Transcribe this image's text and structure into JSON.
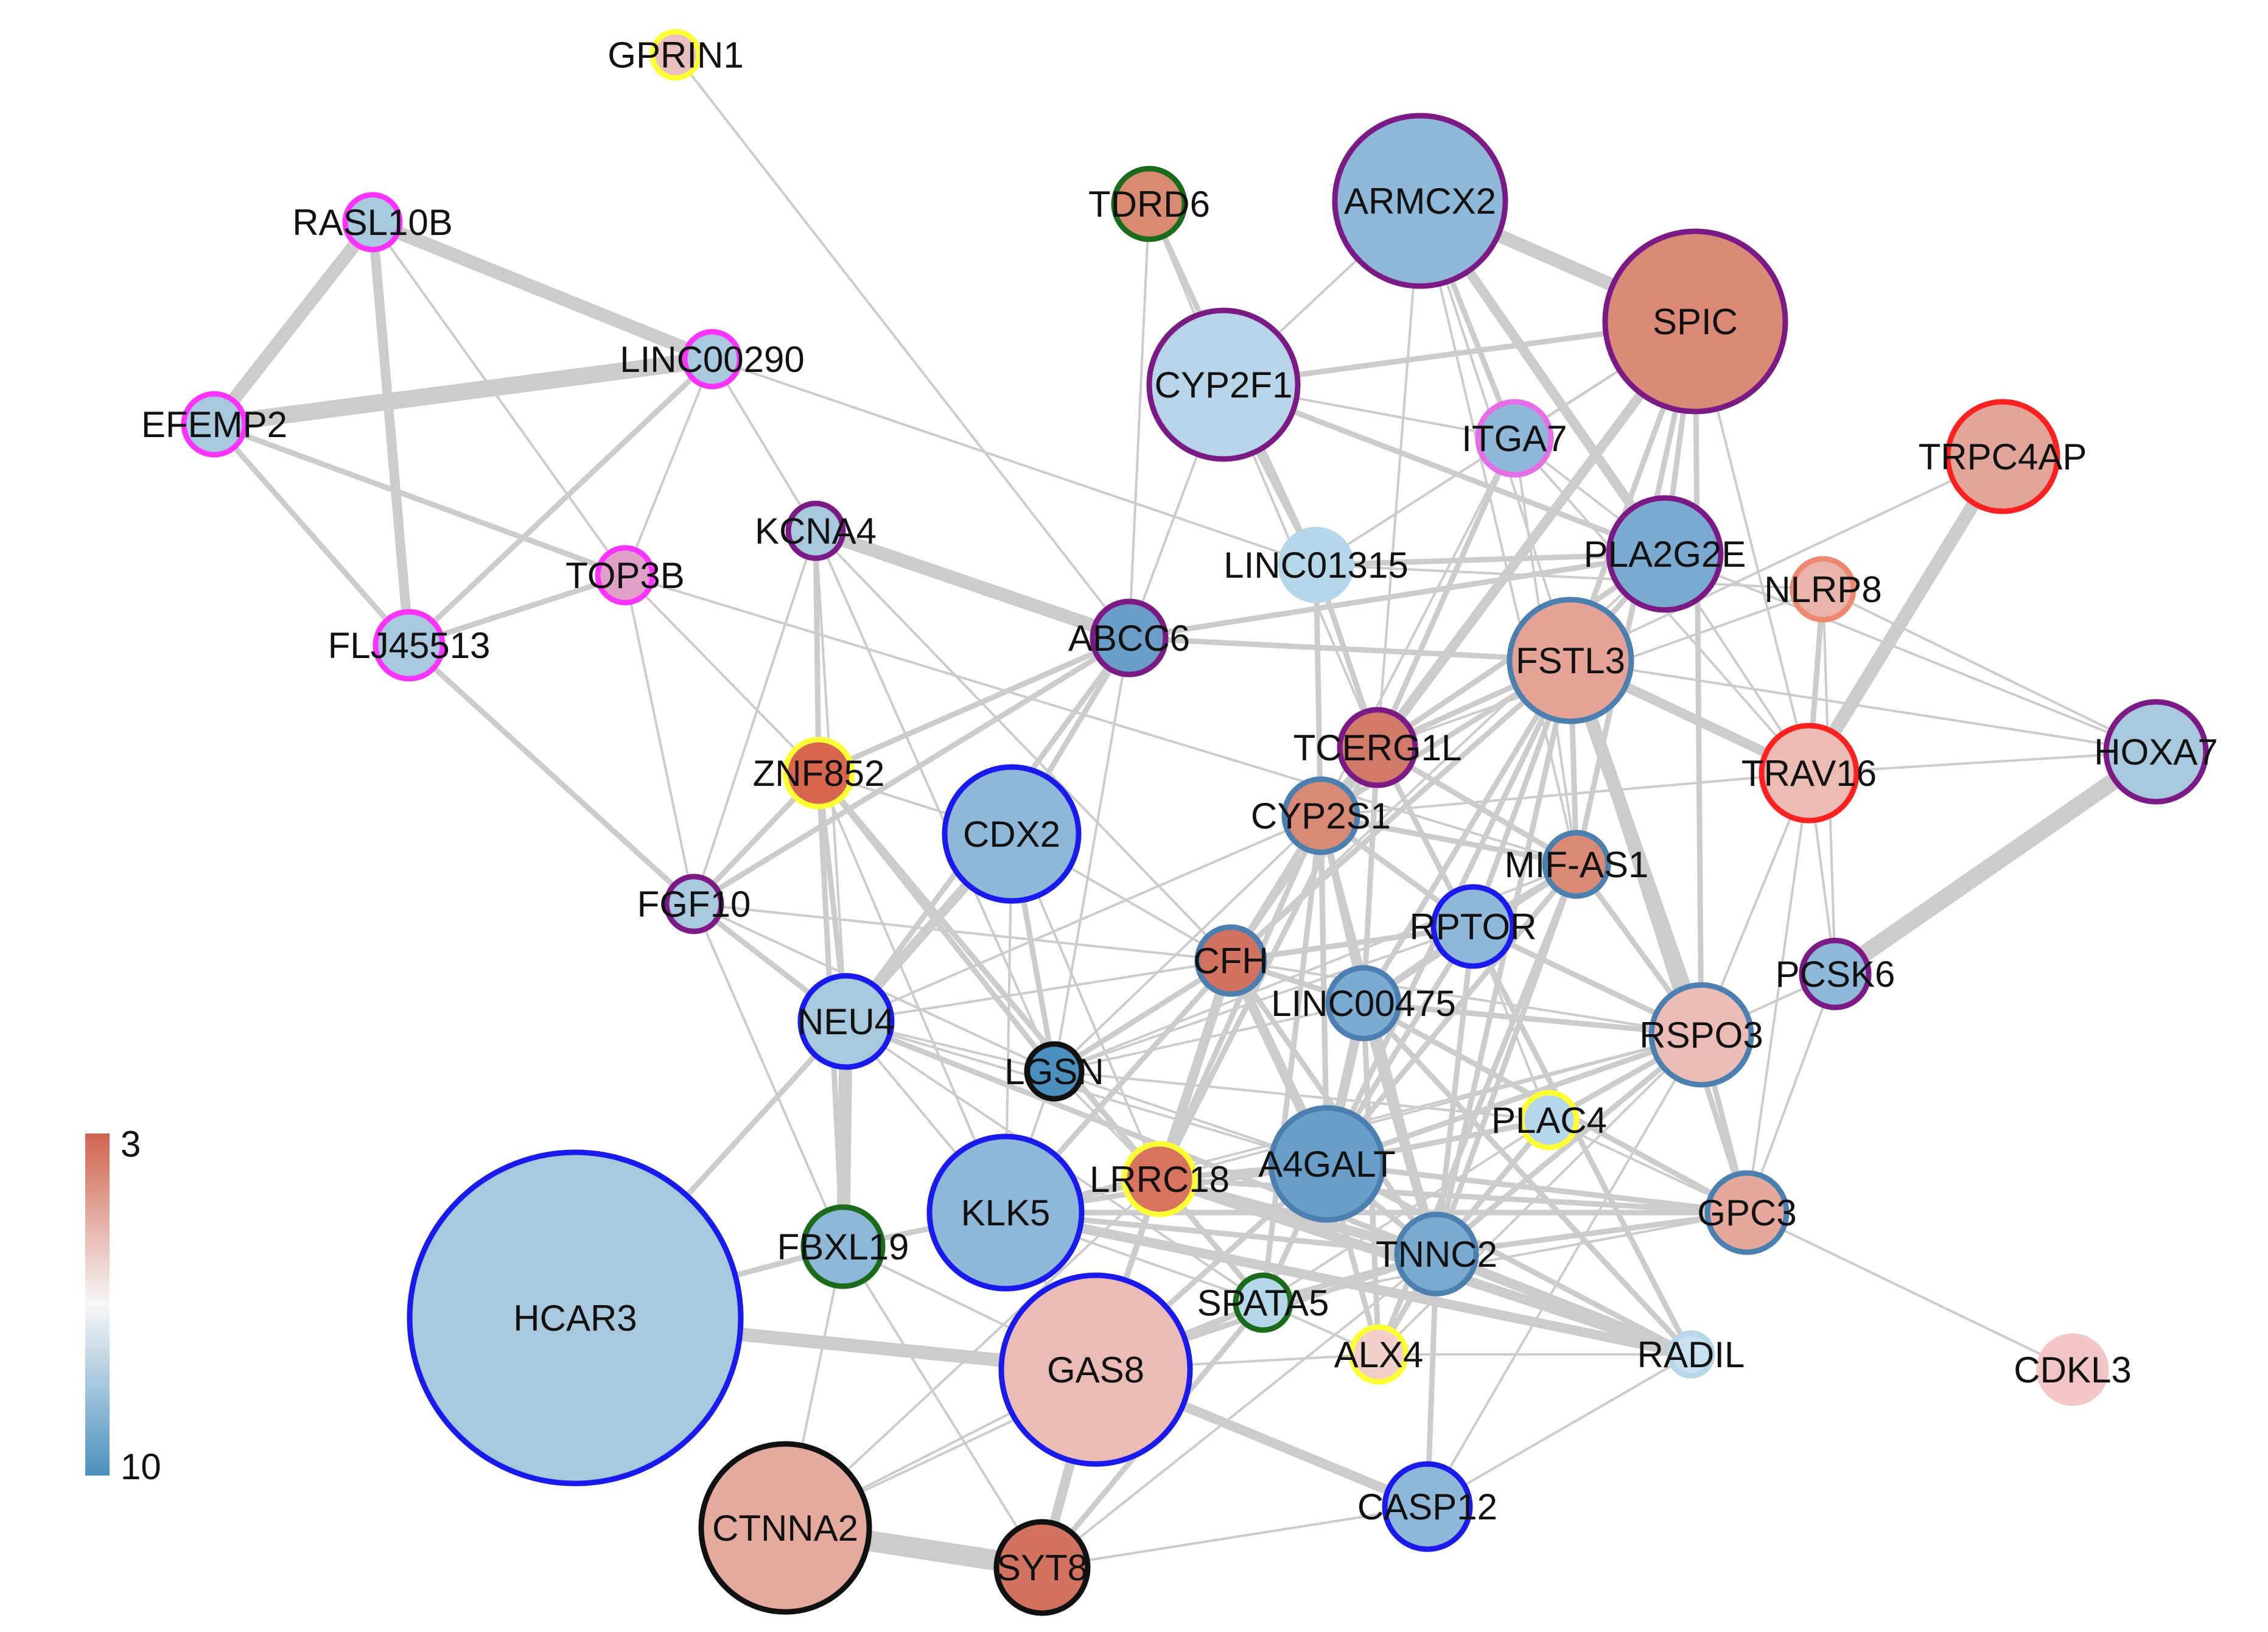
{
  "legend": {
    "title": "",
    "high_label": "3",
    "low_label": "10",
    "colors": {
      "top": "#d0634f",
      "mid": "#f7f7f7",
      "bottom": "#4a90bd"
    }
  },
  "ring_colors": {
    "magenta": "#ff33ff",
    "purple": "#7b1a85",
    "yellow": "#ffff33",
    "darkgreen": "#1a6b1a",
    "blue": "#1a1aee",
    "steel": "#4a7fb0",
    "red": "#ff2020",
    "salmon": "#ee8870",
    "orchid": "#e56ee5",
    "lightblue": "#b6d6ea",
    "pink": "#f4c6c6",
    "black": "#111111"
  },
  "nodes": [
    {
      "id": "GPRIN1",
      "label": "GPRIN1",
      "fill": "#e8c0c0",
      "ring": "yellow"
    },
    {
      "id": "RASL10B",
      "label": "RASL10B",
      "fill": "#a8c8de",
      "ring": "magenta"
    },
    {
      "id": "LINC00290",
      "label": "LINC00290",
      "fill": "#a8c8de",
      "ring": "magenta"
    },
    {
      "id": "EFEMP2",
      "label": "EFEMP2",
      "fill": "#a8c8de",
      "ring": "magenta"
    },
    {
      "id": "TOP3B",
      "label": "TOP3B",
      "fill": "#e0a0c8",
      "ring": "magenta"
    },
    {
      "id": "FLJ45513",
      "label": "FLJ45513",
      "fill": "#a8c8de",
      "ring": "magenta"
    },
    {
      "id": "KCNA4",
      "label": "KCNA4",
      "fill": "#a8c8de",
      "ring": "purple"
    },
    {
      "id": "ABCC6",
      "label": "ABCC6",
      "fill": "#6a9ec8",
      "ring": "purple"
    },
    {
      "id": "TDRD6",
      "label": "TDRD6",
      "fill": "#d98a72",
      "ring": "darkgreen"
    },
    {
      "id": "ARMCX2",
      "label": "ARMCX2",
      "fill": "#8fb8d8",
      "ring": "purple"
    },
    {
      "id": "SPIC",
      "label": "SPIC",
      "fill": "#db8a78",
      "ring": "purple"
    },
    {
      "id": "CYP2F1",
      "label": "CYP2F1",
      "fill": "#b8d4e8",
      "ring": "purple"
    },
    {
      "id": "ITGA7",
      "label": "ITGA7",
      "fill": "#8fb8d8",
      "ring": "orchid"
    },
    {
      "id": "LINC01315",
      "label": "LINC01315",
      "fill": "#b6d6ea",
      "ring": "lightblue"
    },
    {
      "id": "PLA2G2E",
      "label": "PLA2G2E",
      "fill": "#7aaad0",
      "ring": "purple"
    },
    {
      "id": "TRPC4AP",
      "label": "TRPC4AP",
      "fill": "#e2a59a",
      "ring": "red"
    },
    {
      "id": "NLRP8",
      "label": "NLRP8",
      "fill": "#e8b4ac",
      "ring": "salmon"
    },
    {
      "id": "FSTL3",
      "label": "FSTL3",
      "fill": "#e4a396",
      "ring": "steel"
    },
    {
      "id": "TCERG1L",
      "label": "TCERG1L",
      "fill": "#d27a6a",
      "ring": "purple"
    },
    {
      "id": "TRAV16",
      "label": "TRAV16",
      "fill": "#ecbcb4",
      "ring": "red"
    },
    {
      "id": "HOXA7",
      "label": "HOXA7",
      "fill": "#a8c8de",
      "ring": "purple"
    },
    {
      "id": "ZNF852",
      "label": "ZNF852",
      "fill": "#d8654e",
      "ring": "yellow"
    },
    {
      "id": "CDX2",
      "label": "CDX2",
      "fill": "#8fb8d8",
      "ring": "blue"
    },
    {
      "id": "CYP2S1",
      "label": "CYP2S1",
      "fill": "#d98a76",
      "ring": "steel"
    },
    {
      "id": "MIF-AS1",
      "label": "MIF-AS1",
      "fill": "#d98a76",
      "ring": "steel"
    },
    {
      "id": "FGF10",
      "label": "FGF10",
      "fill": "#a8c8de",
      "ring": "purple"
    },
    {
      "id": "RPTOR",
      "label": "RPTOR",
      "fill": "#8fb8d8",
      "ring": "blue"
    },
    {
      "id": "CFH",
      "label": "CFH",
      "fill": "#d27260",
      "ring": "steel"
    },
    {
      "id": "PCSK6",
      "label": "PCSK6",
      "fill": "#8fb8d8",
      "ring": "purple"
    },
    {
      "id": "LINC00475",
      "label": "LINC00475",
      "fill": "#7aaad0",
      "ring": "steel"
    },
    {
      "id": "NEU4",
      "label": "NEU4",
      "fill": "#a8c8de",
      "ring": "blue"
    },
    {
      "id": "RSPO3",
      "label": "RSPO3",
      "fill": "#ebbcb6",
      "ring": "steel"
    },
    {
      "id": "LGSN",
      "label": "LGSN",
      "fill": "#4a8fbe",
      "ring": "black"
    },
    {
      "id": "PLAC4",
      "label": "PLAC4",
      "fill": "#b6d6ea",
      "ring": "yellow"
    },
    {
      "id": "A4GALT",
      "label": "A4GALT",
      "fill": "#6a9ec8",
      "ring": "steel"
    },
    {
      "id": "LRRC18",
      "label": "LRRC18",
      "fill": "#d8735f",
      "ring": "yellow"
    },
    {
      "id": "KLK5",
      "label": "KLK5",
      "fill": "#8fb8d8",
      "ring": "blue"
    },
    {
      "id": "GPC3",
      "label": "GPC3",
      "fill": "#e6a89c",
      "ring": "steel"
    },
    {
      "id": "FBXL19",
      "label": "FBXL19",
      "fill": "#8fb8d8",
      "ring": "darkgreen"
    },
    {
      "id": "TNNC2",
      "label": "TNNC2",
      "fill": "#7aaad0",
      "ring": "steel"
    },
    {
      "id": "HCAR3",
      "label": "HCAR3",
      "fill": "#a8c8de",
      "ring": "blue"
    },
    {
      "id": "SPATA5",
      "label": "SPATA5",
      "fill": "#b6d6ea",
      "ring": "darkgreen"
    },
    {
      "id": "GAS8",
      "label": "GAS8",
      "fill": "#ebbcb6",
      "ring": "blue"
    },
    {
      "id": "ALX4",
      "label": "ALX4",
      "fill": "#f0d0c8",
      "ring": "yellow"
    },
    {
      "id": "RADIL",
      "label": "RADIL",
      "fill": "#c8e0f0",
      "ring": "lightblue"
    },
    {
      "id": "CDKL3",
      "label": "CDKL3",
      "fill": "#f2c6c6",
      "ring": "pink"
    },
    {
      "id": "CASP12",
      "label": "CASP12",
      "fill": "#8fb8d8",
      "ring": "blue"
    },
    {
      "id": "CTNNA2",
      "label": "CTNNA2",
      "fill": "#e4aa9e",
      "ring": "black"
    },
    {
      "id": "SYT8",
      "label": "SYT8",
      "fill": "#d27260",
      "ring": "black"
    }
  ],
  "edges": [
    [
      "GPRIN1",
      "ABCC6",
      1
    ],
    [
      "RASL10B",
      "EFEMP2",
      4
    ],
    [
      "RASL10B",
      "LINC00290",
      4
    ],
    [
      "RASL10B",
      "FLJ45513",
      3
    ],
    [
      "RASL10B",
      "TOP3B",
      1
    ],
    [
      "EFEMP2",
      "LINC00290",
      5
    ],
    [
      "EFEMP2",
      "FLJ45513",
      2
    ],
    [
      "EFEMP2",
      "TOP3B",
      2
    ],
    [
      "LINC00290",
      "FLJ45513",
      2
    ],
    [
      "LINC00290",
      "TOP3B",
      1
    ],
    [
      "LINC00290",
      "KCNA4",
      1
    ],
    [
      "LINC00290",
      "LINC01315",
      1
    ],
    [
      "FLJ45513",
      "TOP3B",
      2
    ],
    [
      "FLJ45513",
      "FGF10",
      2
    ],
    [
      "TOP3B",
      "ZNF852",
      1
    ],
    [
      "TOP3B",
      "MIF-AS1",
      1
    ],
    [
      "TOP3B",
      "FGF10",
      1
    ],
    [
      "KCNA4",
      "ABCC6",
      4
    ],
    [
      "KCNA4",
      "ZNF852",
      2
    ],
    [
      "KCNA4",
      "FGF10",
      1
    ],
    [
      "KCNA4",
      "NEU4",
      1
    ],
    [
      "KCNA4",
      "LGSN",
      1
    ],
    [
      "KCNA4",
      "CFH",
      1
    ],
    [
      "ABCC6",
      "FGF10",
      2
    ],
    [
      "ABCC6",
      "ZNF852",
      2
    ],
    [
      "ABCC6",
      "CDX2",
      2
    ],
    [
      "ABCC6",
      "NEU4",
      2
    ],
    [
      "ABCC6",
      "TDRD6",
      1
    ],
    [
      "ABCC6",
      "CYP2F1",
      1
    ],
    [
      "ABCC6",
      "FSTL3",
      2
    ],
    [
      "ABCC6",
      "PLA2G2E",
      2
    ],
    [
      "ABCC6",
      "LGSN",
      1
    ],
    [
      "TDRD6",
      "CYP2F1",
      1
    ],
    [
      "TDRD6",
      "LINC01315",
      2
    ],
    [
      "ARMCX2",
      "SPIC",
      4
    ],
    [
      "ARMCX2",
      "CYP2F1",
      1
    ],
    [
      "ARMCX2",
      "ITGA7",
      2
    ],
    [
      "ARMCX2",
      "FSTL3",
      1
    ],
    [
      "ARMCX2",
      "PLA2G2E",
      3
    ],
    [
      "ARMCX2",
      "TCERG1L",
      1
    ],
    [
      "ARMCX2",
      "MIF-AS1",
      1
    ],
    [
      "SPIC",
      "CYP2F1",
      2
    ],
    [
      "SPIC",
      "PLA2G2E",
      2
    ],
    [
      "SPIC",
      "FSTL3",
      2
    ],
    [
      "SPIC",
      "TCERG1L",
      3
    ],
    [
      "SPIC",
      "ITGA7",
      1
    ],
    [
      "SPIC",
      "RSPO3",
      2
    ],
    [
      "SPIC",
      "LINC01315",
      1
    ],
    [
      "SPIC",
      "TRAV16",
      1
    ],
    [
      "SPIC",
      "MIF-AS1",
      2
    ],
    [
      "SPIC",
      "CYP2S1",
      1
    ],
    [
      "CYP2F1",
      "ITGA7",
      1
    ],
    [
      "CYP2F1",
      "LINC01315",
      2
    ],
    [
      "CYP2F1",
      "PLA2G2E",
      2
    ],
    [
      "CYP2F1",
      "TCERG1L",
      1
    ],
    [
      "ITGA7",
      "TCERG1L",
      2
    ],
    [
      "ITGA7",
      "PLA2G2E",
      1
    ],
    [
      "ITGA7",
      "TRAV16",
      1
    ],
    [
      "ITGA7",
      "MIF-AS1",
      1
    ],
    [
      "ITGA7",
      "CYP2S1",
      1
    ],
    [
      "LINC01315",
      "PLA2G2E",
      2
    ],
    [
      "LINC01315",
      "A4GALT",
      2
    ],
    [
      "LINC01315",
      "TCERG1L",
      2
    ],
    [
      "LINC01315",
      "NLRP8",
      1
    ],
    [
      "PLA2G2E",
      "TRAV16",
      1
    ],
    [
      "PLA2G2E",
      "HOXA7",
      1
    ],
    [
      "PLA2G2E",
      "FSTL3",
      2
    ],
    [
      "PLA2G2E",
      "TCERG1L",
      2
    ],
    [
      "PLA2G2E",
      "CFH",
      1
    ],
    [
      "TRPC4AP",
      "TRAV16",
      4
    ],
    [
      "TRPC4AP",
      "FSTL3",
      1
    ],
    [
      "NLRP8",
      "TRAV16",
      2
    ],
    [
      "NLRP8",
      "HOXA7",
      1
    ],
    [
      "NLRP8",
      "PCSK6",
      1
    ],
    [
      "NLRP8",
      "TCERG1L",
      1
    ],
    [
      "FSTL3",
      "TCERG1L",
      2
    ],
    [
      "FSTL3",
      "RSPO3",
      4
    ],
    [
      "FSTL3",
      "CYP2S1",
      2
    ],
    [
      "FSTL3",
      "MIF-AS1",
      2
    ],
    [
      "FSTL3",
      "TRAV16",
      3
    ],
    [
      "FSTL3",
      "GPC3",
      2
    ],
    [
      "FSTL3",
      "CFH",
      2
    ],
    [
      "FSTL3",
      "LINC00475",
      2
    ],
    [
      "FSTL3",
      "RPTOR",
      2
    ],
    [
      "FSTL3",
      "TNNC2",
      2
    ],
    [
      "FSTL3",
      "A4GALT",
      2
    ],
    [
      "FSTL3",
      "HOXA7",
      1
    ],
    [
      "TCERG1L",
      "CYP2S1",
      3
    ],
    [
      "TCERG1L",
      "RADIL",
      2
    ],
    [
      "TCERG1L",
      "CFH",
      2
    ],
    [
      "TCERG1L",
      "MIF-AS1",
      2
    ],
    [
      "TCERG1L",
      "LINC00475",
      2
    ],
    [
      "TCERG1L",
      "LRRC18",
      2
    ],
    [
      "TRAV16",
      "GPC3",
      1
    ],
    [
      "TRAV16",
      "RSPO3",
      1
    ],
    [
      "TRAV16",
      "PCSK6",
      1
    ],
    [
      "TRAV16",
      "HOXA7",
      1
    ],
    [
      "TRAV16",
      "CYP2S1",
      1
    ],
    [
      "HOXA7",
      "PCSK6",
      5
    ],
    [
      "ZNF852",
      "NEU4",
      2
    ],
    [
      "ZNF852",
      "FBXL19",
      2
    ],
    [
      "ZNF852",
      "LGSN",
      2
    ],
    [
      "ZNF852",
      "LRRC18",
      2
    ],
    [
      "ZNF852",
      "FGF10",
      2
    ],
    [
      "ZNF852",
      "KLK5",
      1
    ],
    [
      "ZNF852",
      "CDX2",
      1
    ],
    [
      "ZNF852",
      "SPATA5",
      2
    ],
    [
      "CDX2",
      "NEU4",
      3
    ],
    [
      "CDX2",
      "LGSN",
      2
    ],
    [
      "CDX2",
      "KLK5",
      1
    ],
    [
      "CDX2",
      "CFH",
      1
    ],
    [
      "CDX2",
      "LRRC18",
      1
    ],
    [
      "CYP2S1",
      "CFH",
      2
    ],
    [
      "CYP2S1",
      "LINC00475",
      2
    ],
    [
      "CYP2S1",
      "RPTOR",
      2
    ],
    [
      "CYP2S1",
      "A4GALT",
      2
    ],
    [
      "CYP2S1",
      "LGSN",
      1
    ],
    [
      "CYP2S1",
      "NEU4",
      1
    ],
    [
      "CYP2S1",
      "MIF-AS1",
      2
    ],
    [
      "CYP2S1",
      "TNNC2",
      2
    ],
    [
      "CYP2S1",
      "SPATA5",
      2
    ],
    [
      "CYP2S1",
      "LRRC18",
      2
    ],
    [
      "MIF-AS1",
      "RPTOR",
      2
    ],
    [
      "MIF-AS1",
      "RSPO3",
      2
    ],
    [
      "MIF-AS1",
      "LINC00475",
      2
    ],
    [
      "MIF-AS1",
      "TNNC2",
      2
    ],
    [
      "MIF-AS1",
      "LGSN",
      1
    ],
    [
      "MIF-AS1",
      "A4GALT",
      2
    ],
    [
      "MIF-AS1",
      "ALX4",
      2
    ],
    [
      "FGF10",
      "NEU4",
      2
    ],
    [
      "FGF10",
      "CFH",
      1
    ],
    [
      "FGF10",
      "FBXL19",
      1
    ],
    [
      "FGF10",
      "LGSN",
      1
    ],
    [
      "RPTOR",
      "CFH",
      2
    ],
    [
      "RPTOR",
      "LINC00475",
      2
    ],
    [
      "RPTOR",
      "RSPO3",
      2
    ],
    [
      "RPTOR",
      "A4GALT",
      2
    ],
    [
      "RPTOR",
      "LGSN",
      1
    ],
    [
      "RPTOR",
      "TNNC2",
      2
    ],
    [
      "RPTOR",
      "PLAC4",
      1
    ],
    [
      "CFH",
      "LINC00475",
      2
    ],
    [
      "CFH",
      "LRRC18",
      3
    ],
    [
      "CFH",
      "A4GALT",
      3
    ],
    [
      "CFH",
      "NEU4",
      1
    ],
    [
      "CFH",
      "LGSN",
      2
    ],
    [
      "CFH",
      "KLK5",
      2
    ],
    [
      "CFH",
      "TNNC2",
      2
    ],
    [
      "CFH",
      "GAS8",
      2
    ],
    [
      "CFH",
      "RSPO3",
      1
    ],
    [
      "PCSK6",
      "RSPO3",
      1
    ],
    [
      "PCSK6",
      "GPC3",
      1
    ],
    [
      "LINC00475",
      "A4GALT",
      3
    ],
    [
      "LINC00475",
      "TNNC2",
      3
    ],
    [
      "LINC00475",
      "RSPO3",
      2
    ],
    [
      "LINC00475",
      "LGSN",
      1
    ],
    [
      "LINC00475",
      "RADIL",
      2
    ],
    [
      "LINC00475",
      "GPC3",
      2
    ],
    [
      "LINC00475",
      "ALX4",
      2
    ],
    [
      "NEU4",
      "LGSN",
      1
    ],
    [
      "NEU4",
      "FBXL19",
      4
    ],
    [
      "NEU4",
      "HCAR3",
      2
    ],
    [
      "NEU4",
      "KLK5",
      1
    ],
    [
      "NEU4",
      "TNNC2",
      2
    ],
    [
      "NEU4",
      "A4GALT",
      1
    ],
    [
      "NEU4",
      "SPATA5",
      1
    ],
    [
      "RSPO3",
      "A4GALT",
      2
    ],
    [
      "RSPO3",
      "PLAC4",
      2
    ],
    [
      "RSPO3",
      "GPC3",
      2
    ],
    [
      "RSPO3",
      "TNNC2",
      2
    ],
    [
      "RSPO3",
      "LRRC18",
      1
    ],
    [
      "RSPO3",
      "ALX4",
      1
    ],
    [
      "RSPO3",
      "CASP12",
      1
    ],
    [
      "RSPO3",
      "KLK5",
      1
    ],
    [
      "LGSN",
      "A4GALT",
      1
    ],
    [
      "LGSN",
      "PLAC4",
      1
    ],
    [
      "LGSN",
      "KLK5",
      1
    ],
    [
      "LGSN",
      "LRRC18",
      1
    ],
    [
      "PLAC4",
      "A4GALT",
      2
    ],
    [
      "PLAC4",
      "TNNC2",
      2
    ],
    [
      "PLAC4",
      "GPC3",
      1
    ],
    [
      "PLAC4",
      "SPATA5",
      1
    ],
    [
      "A4GALT",
      "LRRC18",
      2
    ],
    [
      "A4GALT",
      "KLK5",
      2
    ],
    [
      "A4GALT",
      "TNNC2",
      2
    ],
    [
      "A4GALT",
      "SPATA5",
      2
    ],
    [
      "A4GALT",
      "GPC3",
      2
    ],
    [
      "A4GALT",
      "GAS8",
      2
    ],
    [
      "A4GALT",
      "ALX4",
      2
    ],
    [
      "A4GALT",
      "RADIL",
      2
    ],
    [
      "LRRC18",
      "KLK5",
      2
    ],
    [
      "LRRC18",
      "SPATA5",
      2
    ],
    [
      "LRRC18",
      "TNNC2",
      3
    ],
    [
      "LRRC18",
      "GPC3",
      2
    ],
    [
      "LRRC18",
      "GAS8",
      2
    ],
    [
      "LRRC18",
      "RADIL",
      3
    ],
    [
      "LRRC18",
      "CTNNA2",
      1
    ],
    [
      "KLK5",
      "FBXL19",
      2
    ],
    [
      "KLK5",
      "TNNC2",
      2
    ],
    [
      "KLK5",
      "SPATA5",
      1
    ],
    [
      "KLK5",
      "GAS8",
      1
    ],
    [
      "KLK5",
      "RADIL",
      3
    ],
    [
      "KLK5",
      "GPC3",
      2
    ],
    [
      "GPC3",
      "TNNC2",
      2
    ],
    [
      "GPC3",
      "CDKL3",
      1
    ],
    [
      "GPC3",
      "SPATA5",
      1
    ],
    [
      "FBXL19",
      "HCAR3",
      2
    ],
    [
      "FBXL19",
      "CTNNA2",
      1
    ],
    [
      "FBXL19",
      "SYT8",
      1
    ],
    [
      "FBXL19",
      "GAS8",
      1
    ],
    [
      "TNNC2",
      "SPATA5",
      2
    ],
    [
      "TNNC2",
      "GAS8",
      2
    ],
    [
      "TNNC2",
      "ALX4",
      2
    ],
    [
      "TNNC2",
      "RADIL",
      3
    ],
    [
      "TNNC2",
      "CASP12",
      2
    ],
    [
      "TNNC2",
      "SYT8",
      1
    ],
    [
      "HCAR3",
      "GAS8",
      4
    ],
    [
      "SPATA5",
      "GAS8",
      2
    ],
    [
      "SPATA5",
      "ALX4",
      1
    ],
    [
      "SPATA5",
      "SYT8",
      2
    ],
    [
      "SPATA5",
      "CTNNA2",
      1
    ],
    [
      "GAS8",
      "ALX4",
      1
    ],
    [
      "GAS8",
      "CASP12",
      3
    ],
    [
      "GAS8",
      "SYT8",
      3
    ],
    [
      "GAS8",
      "CTNNA2",
      1
    ],
    [
      "ALX4",
      "RADIL",
      1
    ],
    [
      "RADIL",
      "CASP12",
      1
    ],
    [
      "CASP12",
      "SYT8",
      1
    ],
    [
      "CTNNA2",
      "SYT8",
      6
    ]
  ]
}
